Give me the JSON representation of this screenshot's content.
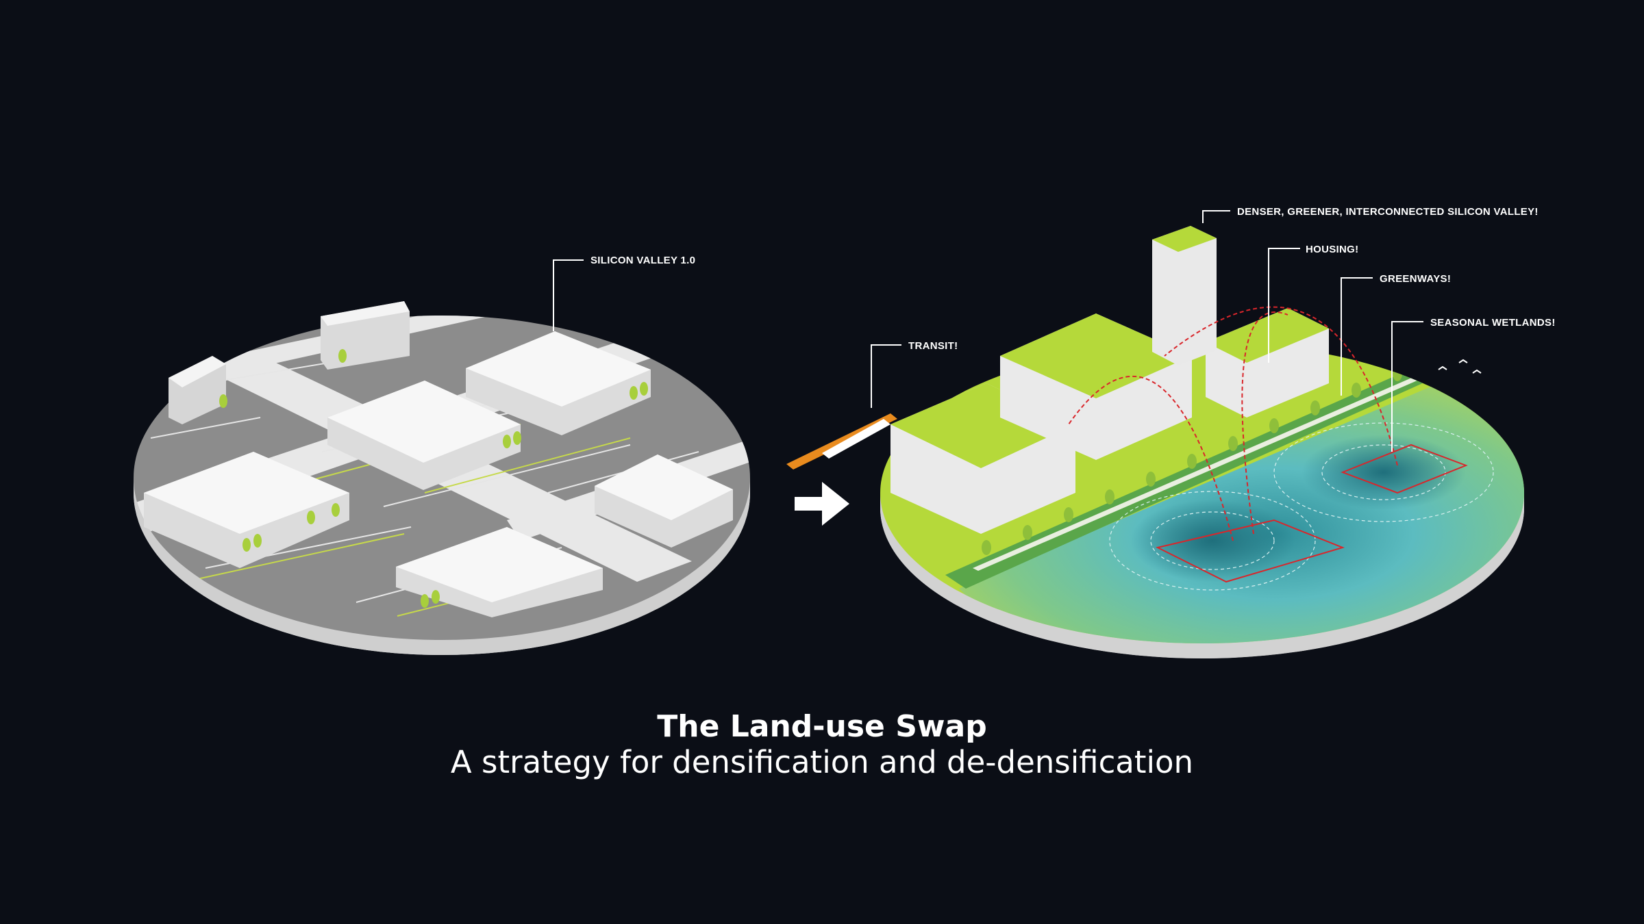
{
  "colors": {
    "background": "#0b0e16",
    "lime": "#b5d93a",
    "paving": "#8a8a8a",
    "road": "#e6e6e6",
    "building": "#f2f2f2",
    "water": "#5cbcc0",
    "greenway": "#5aa64a",
    "redline": "#d9262b"
  },
  "before": {
    "label": "SILICON VALLEY 1.0"
  },
  "after": {
    "labels": {
      "main": "DENSER, GREENER, INTERCONNECTED SILICON VALLEY!",
      "housing": "HOUSING!",
      "greenways": "GREENWAYS!",
      "wetlands": "SEASONAL WETLANDS!",
      "transit": "TRANSIT!"
    }
  },
  "arrow_icon": "right-arrow-icon",
  "caption": {
    "title": "The Land-use Swap",
    "subtitle": "A strategy for densification and de-densification"
  }
}
